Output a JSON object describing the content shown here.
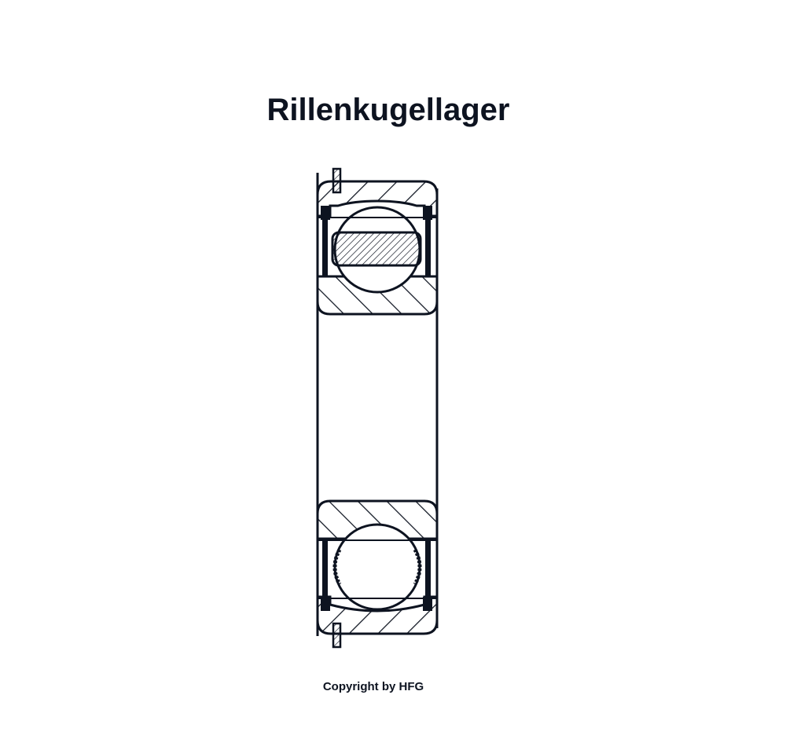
{
  "title": "Rillenkugellager",
  "copyright": "Copyright by HFG",
  "colors": {
    "line": "#0d1320",
    "background": "#ffffff"
  },
  "drawing": {
    "type": "deep-groove-ball-bearing-cross-section",
    "parts": [
      "outer-ring",
      "inner-ring",
      "ball",
      "cage",
      "seal",
      "snap-ring"
    ]
  }
}
